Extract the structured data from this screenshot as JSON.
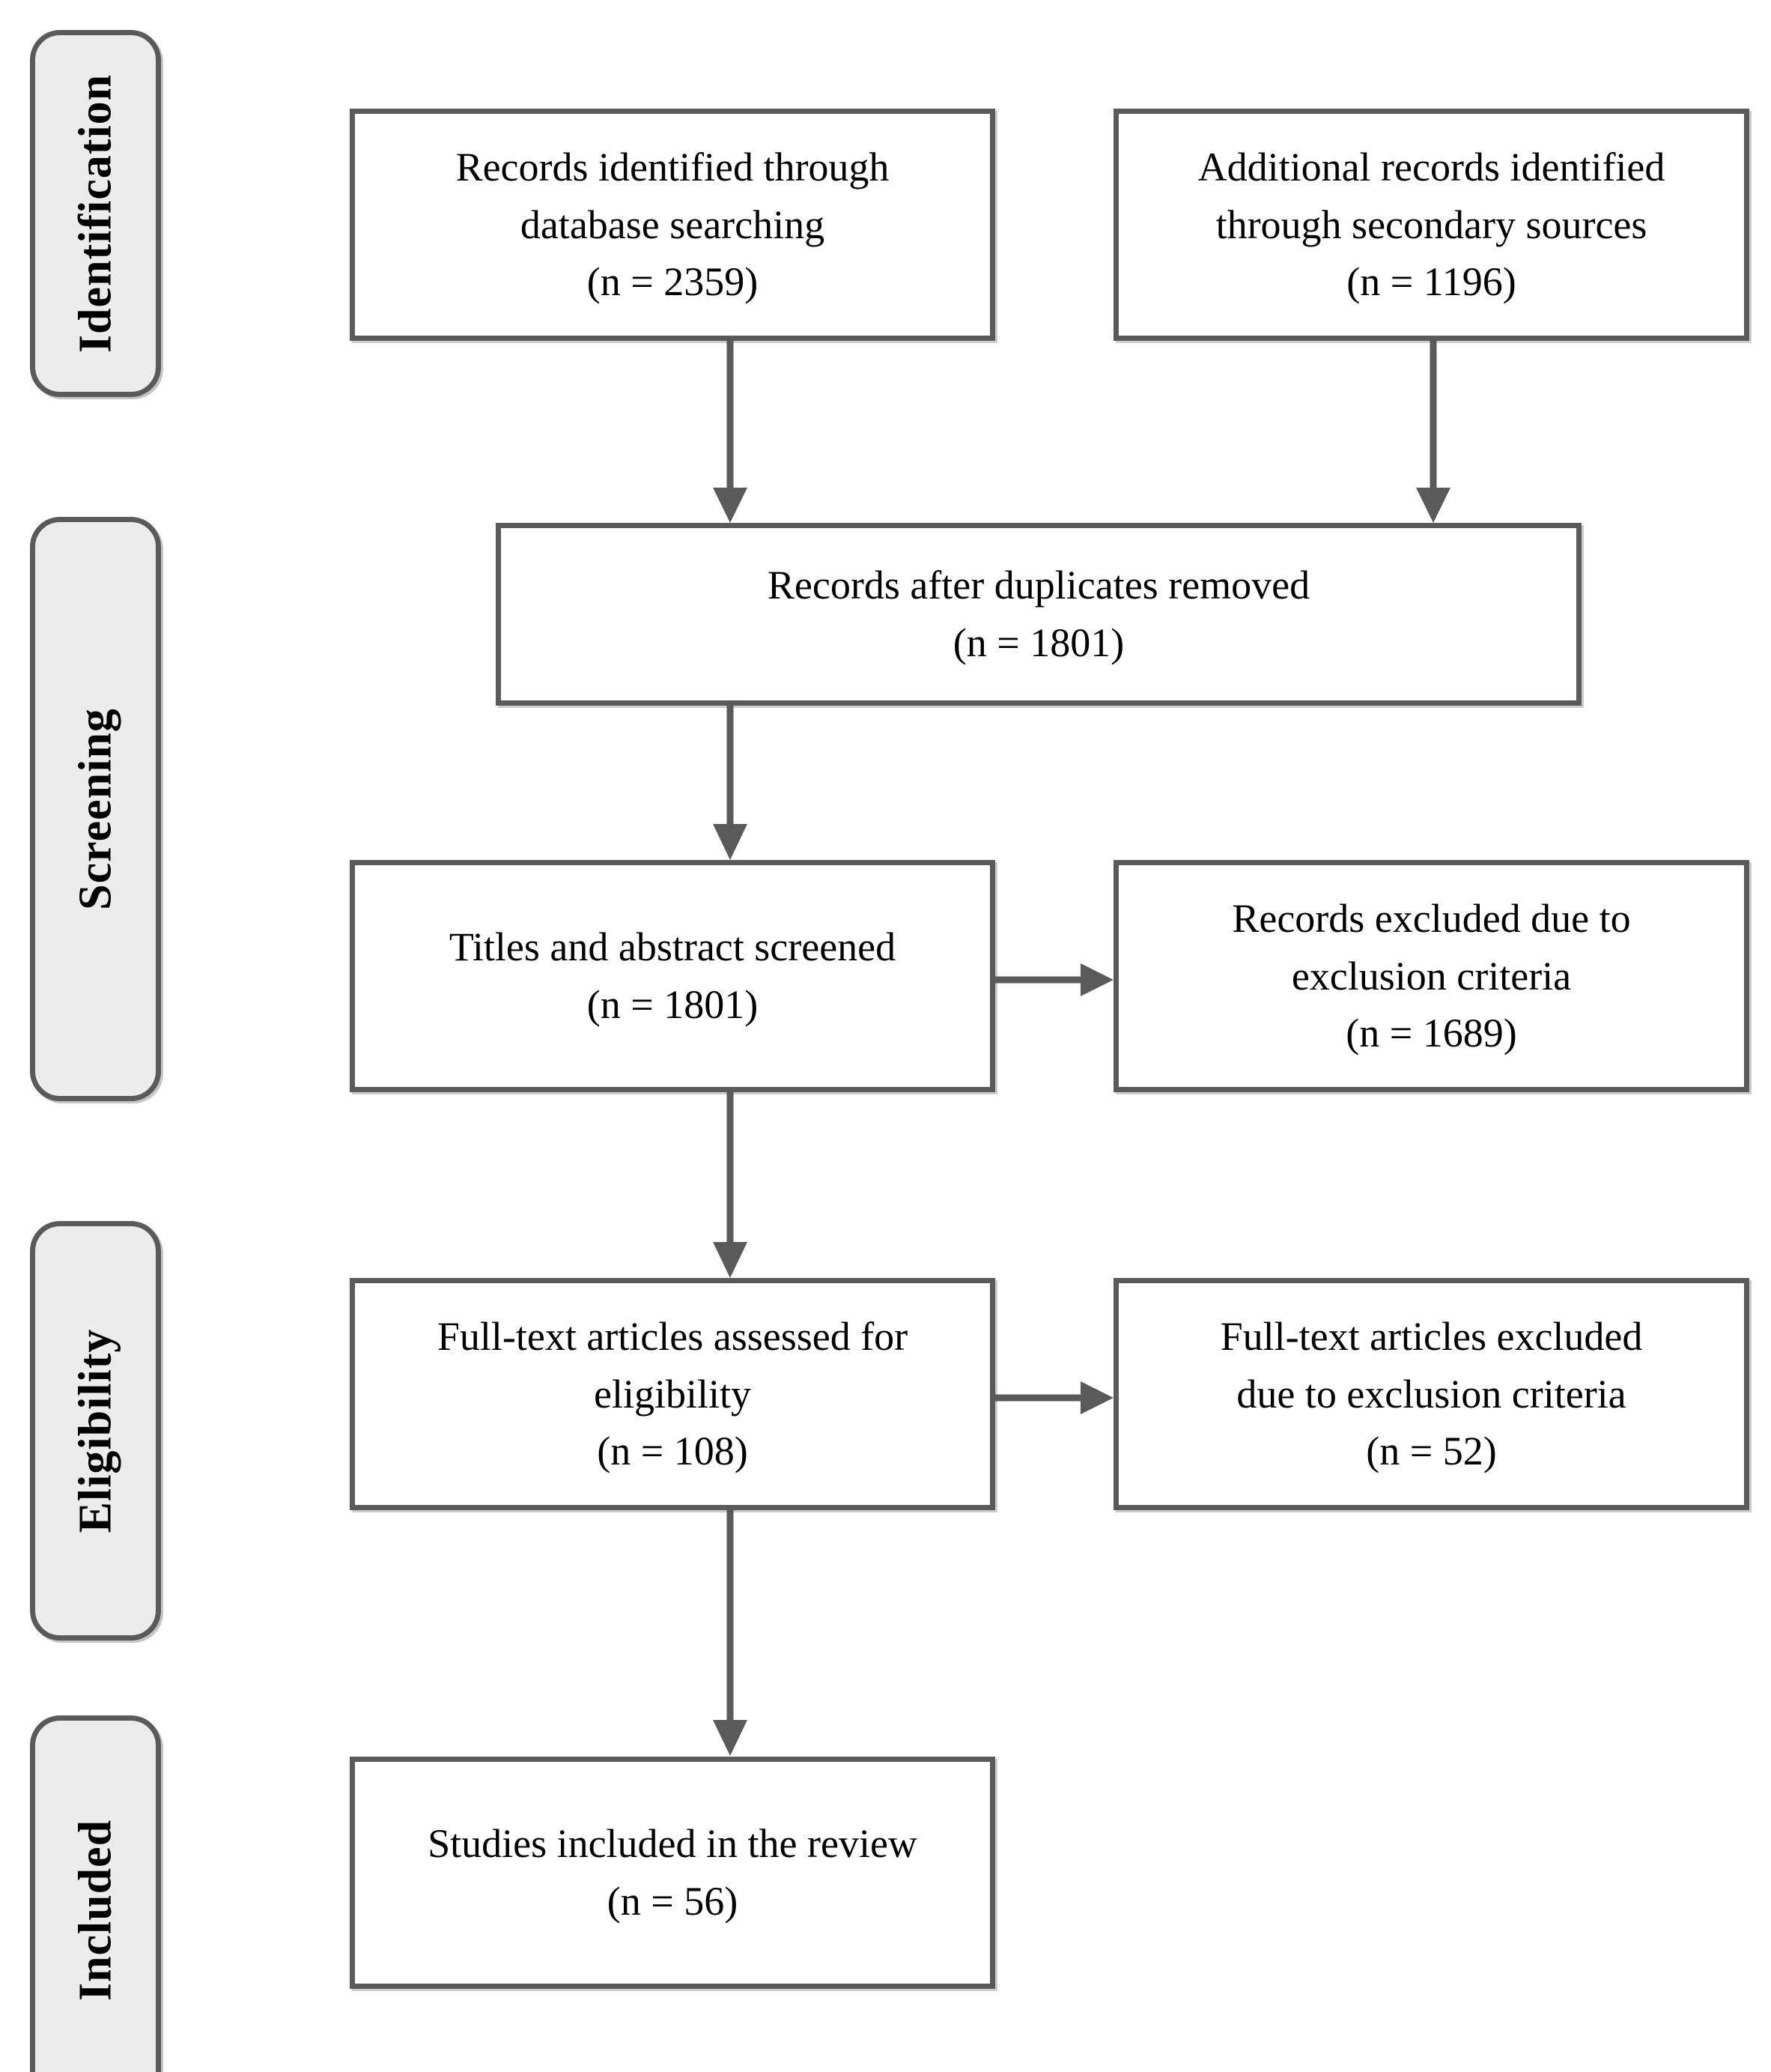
{
  "diagram": {
    "title": "PRISMA flow diagram",
    "line_color": "#5a5a5a",
    "pill_fill": "#ececec",
    "box_fill": "#ffffff",
    "text_color": "#000000"
  },
  "stages": [
    {
      "id": "identification",
      "label": "Identification"
    },
    {
      "id": "screening",
      "label": "Screening"
    },
    {
      "id": "eligibility",
      "label": "Eligibility"
    },
    {
      "id": "included",
      "label": "Included"
    }
  ],
  "boxes": {
    "records_identified": {
      "line1": "Records identified through",
      "line2": "database searching",
      "count": "(n = 2359)",
      "n": 2359,
      "text": "Records identified through\ndatabase searching\n(n = 2359)"
    },
    "additional_records": {
      "line1": "Additional records identified",
      "line2": "through secondary sources",
      "count": "(n = 1196)",
      "n": 1196,
      "text": "Additional records identified\nthrough secondary sources\n(n = 1196)"
    },
    "duplicates_removed": {
      "line1": "Records after duplicates removed",
      "count": "(n = 1801)",
      "n": 1801,
      "text": "Records after duplicates removed\n(n = 1801)"
    },
    "titles_screened": {
      "line1": "Titles and abstract screened",
      "count": "(n = 1801)",
      "n": 1801,
      "text": "Titles and abstract screened\n(n = 1801)"
    },
    "records_excluded": {
      "line1": "Records excluded due to",
      "line2": "exclusion criteria",
      "count": "(n = 1689)",
      "n": 1689,
      "text": "Records excluded due to\nexclusion criteria\n(n = 1689)"
    },
    "fulltext_assessed": {
      "line1": "Full-text articles assessed for",
      "line2": "eligibility",
      "count": "(n = 108)",
      "n": 108,
      "text": "Full-text articles assessed for\neligibility\n(n = 108)"
    },
    "fulltext_excluded": {
      "line1": "Full-text articles excluded",
      "line2": "due to exclusion criteria",
      "count": "(n = 52)",
      "n": 52,
      "text": "Full-text articles excluded\ndue to exclusion criteria\n(n = 52)"
    },
    "studies_included": {
      "line1": "Studies included in the review",
      "count": "(n = 56)",
      "n": 56,
      "text": "Studies included in the review\n(n = 56)"
    }
  },
  "chart_data": {
    "type": "diagram",
    "title": "PRISMA flow diagram",
    "nodes": [
      {
        "id": "records_identified",
        "stage": "Identification",
        "label": "Records identified through database searching",
        "n": 2359
      },
      {
        "id": "additional_records",
        "stage": "Identification",
        "label": "Additional records identified through secondary sources",
        "n": 1196
      },
      {
        "id": "duplicates_removed",
        "stage": "Screening",
        "label": "Records after duplicates removed",
        "n": 1801
      },
      {
        "id": "titles_screened",
        "stage": "Screening",
        "label": "Titles and abstract screened",
        "n": 1801
      },
      {
        "id": "records_excluded",
        "stage": "Screening",
        "label": "Records excluded due to exclusion criteria",
        "n": 1689
      },
      {
        "id": "fulltext_assessed",
        "stage": "Eligibility",
        "label": "Full-text articles assessed for eligibility",
        "n": 108
      },
      {
        "id": "fulltext_excluded",
        "stage": "Eligibility",
        "label": "Full-text articles excluded due to exclusion criteria",
        "n": 52
      },
      {
        "id": "studies_included",
        "stage": "Included",
        "label": "Studies included in the review",
        "n": 56
      }
    ],
    "edges": [
      {
        "from": "records_identified",
        "to": "duplicates_removed",
        "direction": "down"
      },
      {
        "from": "additional_records",
        "to": "duplicates_removed",
        "direction": "down"
      },
      {
        "from": "duplicates_removed",
        "to": "titles_screened",
        "direction": "down"
      },
      {
        "from": "titles_screened",
        "to": "records_excluded",
        "direction": "right"
      },
      {
        "from": "titles_screened",
        "to": "fulltext_assessed",
        "direction": "down"
      },
      {
        "from": "fulltext_assessed",
        "to": "fulltext_excluded",
        "direction": "right"
      },
      {
        "from": "fulltext_assessed",
        "to": "studies_included",
        "direction": "down"
      }
    ]
  }
}
